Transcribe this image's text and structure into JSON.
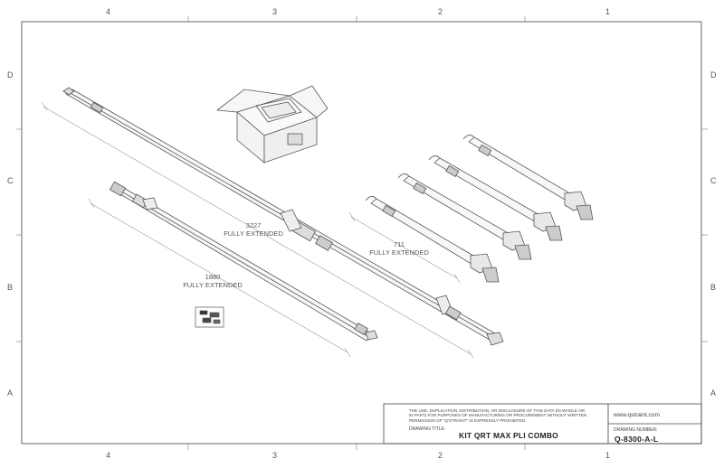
{
  "zones": {
    "top": [
      "4",
      "3",
      "2",
      "1"
    ],
    "bottom": [
      "4",
      "3",
      "2",
      "1"
    ],
    "left": [
      "D",
      "C",
      "B",
      "A"
    ],
    "right": [
      "D",
      "C",
      "B",
      "A"
    ]
  },
  "dimensions": {
    "long_strap": {
      "value": "3227",
      "note": "FULLY EXTENDED"
    },
    "medium_strap": {
      "value": "1880",
      "note": "FULLY EXTENDED"
    },
    "retractors": {
      "value": "711",
      "note": "FULLY EXTENDED"
    }
  },
  "title_block": {
    "notice": "THE USE, DUPLICATION, DISTRIBUTION, OR DISCLOSURE OF THIS DATA (IN WHOLE OR IN PART) FOR PURPOSES OF MANUFACTURING OR PROCUREMENT WITHOUT WRITTEN PERMISSION OF \"Q'STRAINT\" IS EXPRESSLY PROHIBITED.",
    "drawing_title_label": "DRAWING TITLE:",
    "drawing_title": "KIT QRT MAX PLI COMBO",
    "website": "www.qstraint.com",
    "drawing_number_label": "DRAWING NUMBER:",
    "drawing_number": "Q-8300-A-L"
  },
  "colors": {
    "line": "#555555",
    "paper": "#ffffff",
    "strap_fill": "#f7f7f7"
  }
}
